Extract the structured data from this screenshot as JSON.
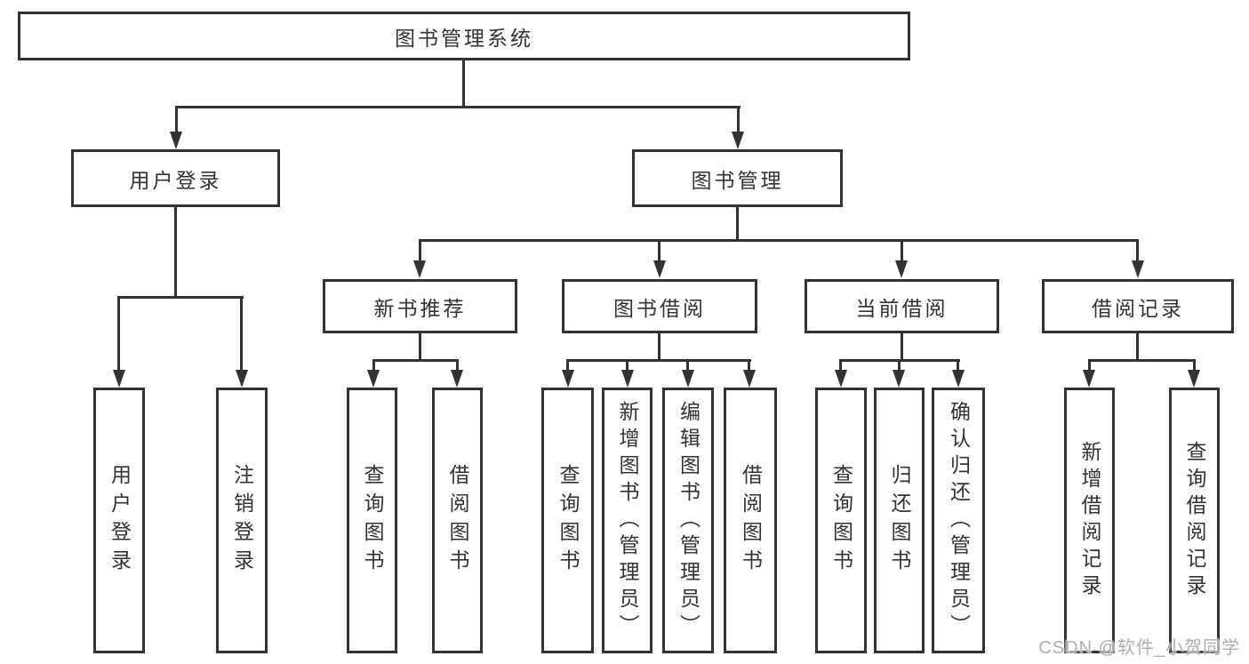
{
  "diagram": {
    "root": {
      "label": "图书管理系统"
    },
    "level2": {
      "user_login": {
        "label": "用户登录"
      },
      "book_management": {
        "label": "图书管理"
      }
    },
    "level3": {
      "new_book_recommend": {
        "label": "新书推荐"
      },
      "book_borrowing": {
        "label": "图书借阅"
      },
      "current_borrowing": {
        "label": "当前借阅"
      },
      "borrowing_records": {
        "label": "借阅记录"
      }
    },
    "leaves": {
      "user_login": {
        "label": "用户登录"
      },
      "logout": {
        "label": "注销登录"
      },
      "newrec_query_books": {
        "label": "查询图书"
      },
      "newrec_borrow_books": {
        "label": "借阅图书"
      },
      "borrow_query_books": {
        "label": "查询图书"
      },
      "borrow_add_books": {
        "label": "新增图书（管理员）"
      },
      "borrow_edit_books": {
        "label": "编辑图书（管理员）"
      },
      "borrow_borrow_books": {
        "label": "借阅图书"
      },
      "current_query_books": {
        "label": "查询图书"
      },
      "current_return_books": {
        "label": "归还图书"
      },
      "current_confirm_return": {
        "label": "确认归还（管理员）"
      },
      "records_add_record": {
        "label": "新增借阅记录"
      },
      "records_query_record": {
        "label": "查询借阅记录"
      }
    }
  },
  "watermark": {
    "text": "CSDN @软件_小贺同学"
  },
  "colors": {
    "line": "#333333",
    "text": "#333333",
    "background": "#ffffff",
    "watermark": "#aeaeae"
  }
}
